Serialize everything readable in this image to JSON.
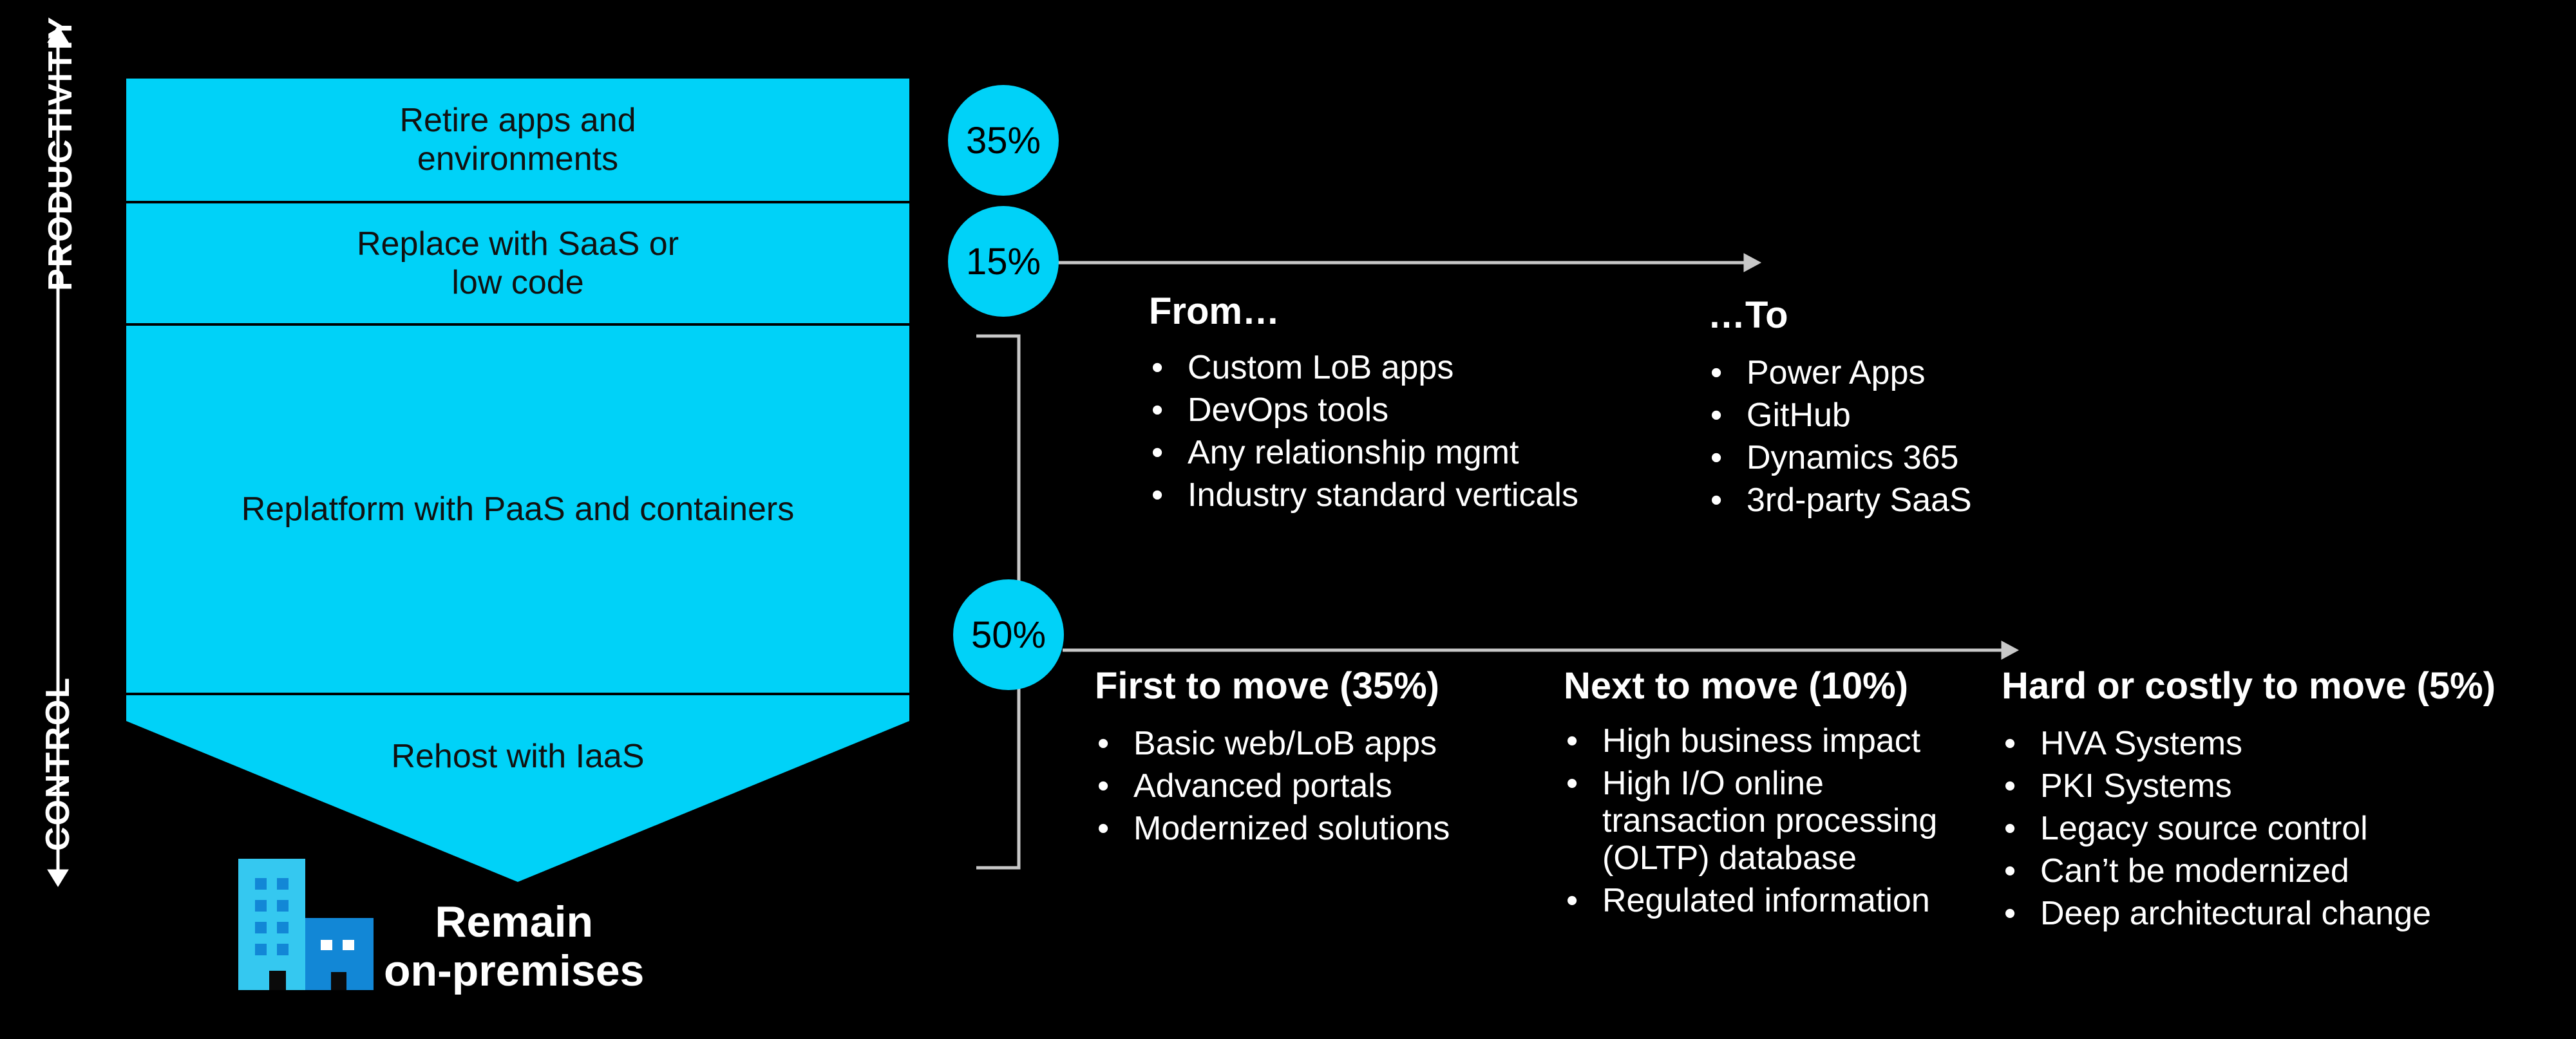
{
  "axis": {
    "top_label": "PRODUCTIVITIY",
    "bottom_label": "CONTROL"
  },
  "bands": [
    {
      "label_lines": [
        "Retire apps and",
        "environments"
      ],
      "percent": "35%"
    },
    {
      "label_lines": [
        "Replace with SaaS or",
        "low code"
      ],
      "percent": "15%"
    },
    {
      "label_lines": [
        "Replatform with PaaS and containers"
      ],
      "percent": "50%"
    },
    {
      "label_lines": [
        "Rehost with IaaS"
      ]
    }
  ],
  "remain": {
    "line1": "Remain",
    "line2": "on-premises"
  },
  "from_to": {
    "from_heading": "From…",
    "from_items": [
      "Custom LoB apps",
      "DevOps tools",
      "Any relationship mgmt",
      "Industry standard verticals"
    ],
    "to_heading": "…To",
    "to_items": [
      "Power Apps",
      "GitHub",
      "Dynamics 365",
      "3rd-party SaaS"
    ]
  },
  "moves": [
    {
      "heading": "First to move (35%)",
      "items": [
        "Basic web/LoB apps",
        "Advanced portals",
        "Modernized solutions"
      ]
    },
    {
      "heading": "Next to move (10%)",
      "items": [
        "High business impact",
        "High I/O online transaction processing (OLTP) database",
        "Regulated information"
      ]
    },
    {
      "heading": "Hard or costly to move (5%)",
      "items": [
        "HVA Systems",
        "PKI Systems",
        "Legacy source control",
        "Can’t be modernized",
        "Deep architectural change"
      ]
    }
  ],
  "colors": {
    "accent": "#00d2f8",
    "background": "#000000",
    "building_light": "#35c8f0",
    "building_dark": "#1287d6",
    "arrow_gray": "#c8c8c8"
  }
}
